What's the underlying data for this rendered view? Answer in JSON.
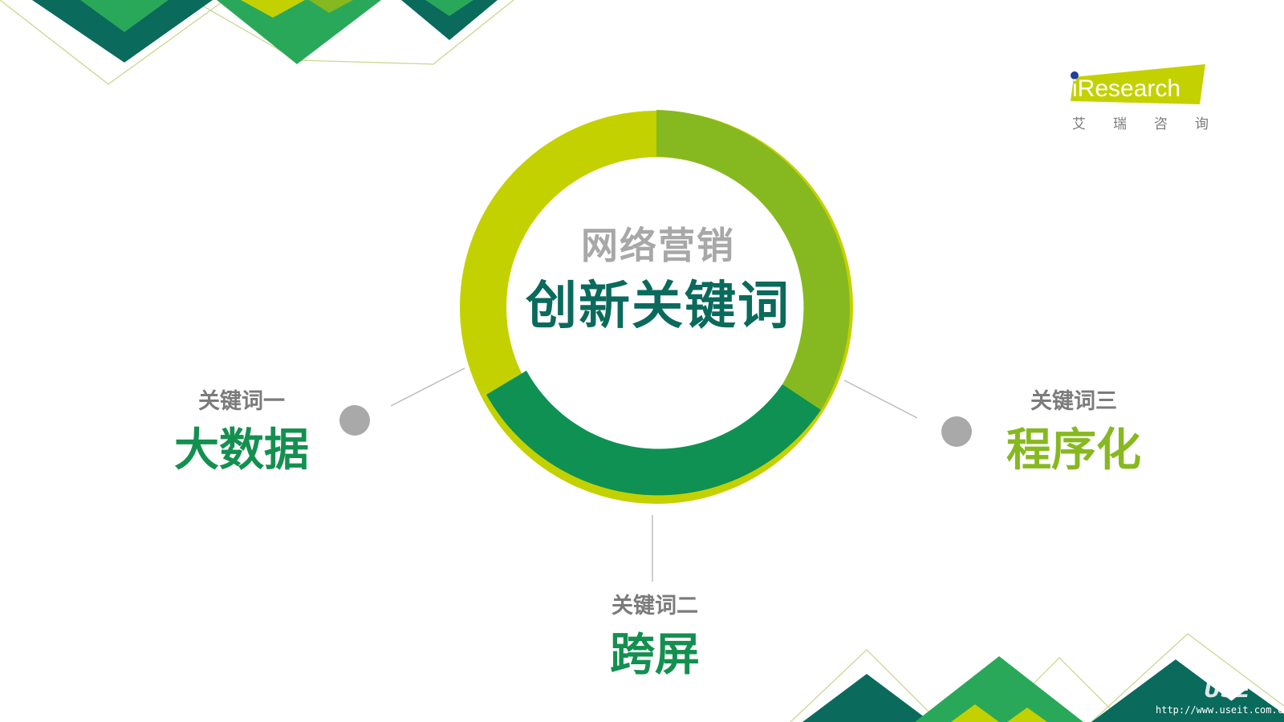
{
  "brand": {
    "logo_text": "iResearch",
    "logo_sub": [
      "艾",
      "瑞",
      "咨",
      "询"
    ]
  },
  "center": {
    "subtitle": "网络营销",
    "title": "创新关键词"
  },
  "keywords": [
    {
      "label": "关键词一",
      "value": "大数据",
      "color": "#13904f"
    },
    {
      "label": "关键词二",
      "value": "跨屏",
      "color": "#13904f"
    },
    {
      "label": "关键词三",
      "value": "程序化",
      "color": "#86b91f"
    }
  ],
  "ring_segments": [
    {
      "name": "yellow-green",
      "color": "#c4d100"
    },
    {
      "name": "light-green",
      "color": "#86b91f"
    },
    {
      "name": "dark-green",
      "color": "#0e9153"
    }
  ],
  "colors": {
    "deep_teal": "#0a6a5c",
    "mid_green": "#2aa85a",
    "lime": "#c4d100",
    "grey_dot": "#a9a9a9"
  },
  "watermark": {
    "text": "USE",
    "url": "http://www.useit.com.c"
  }
}
